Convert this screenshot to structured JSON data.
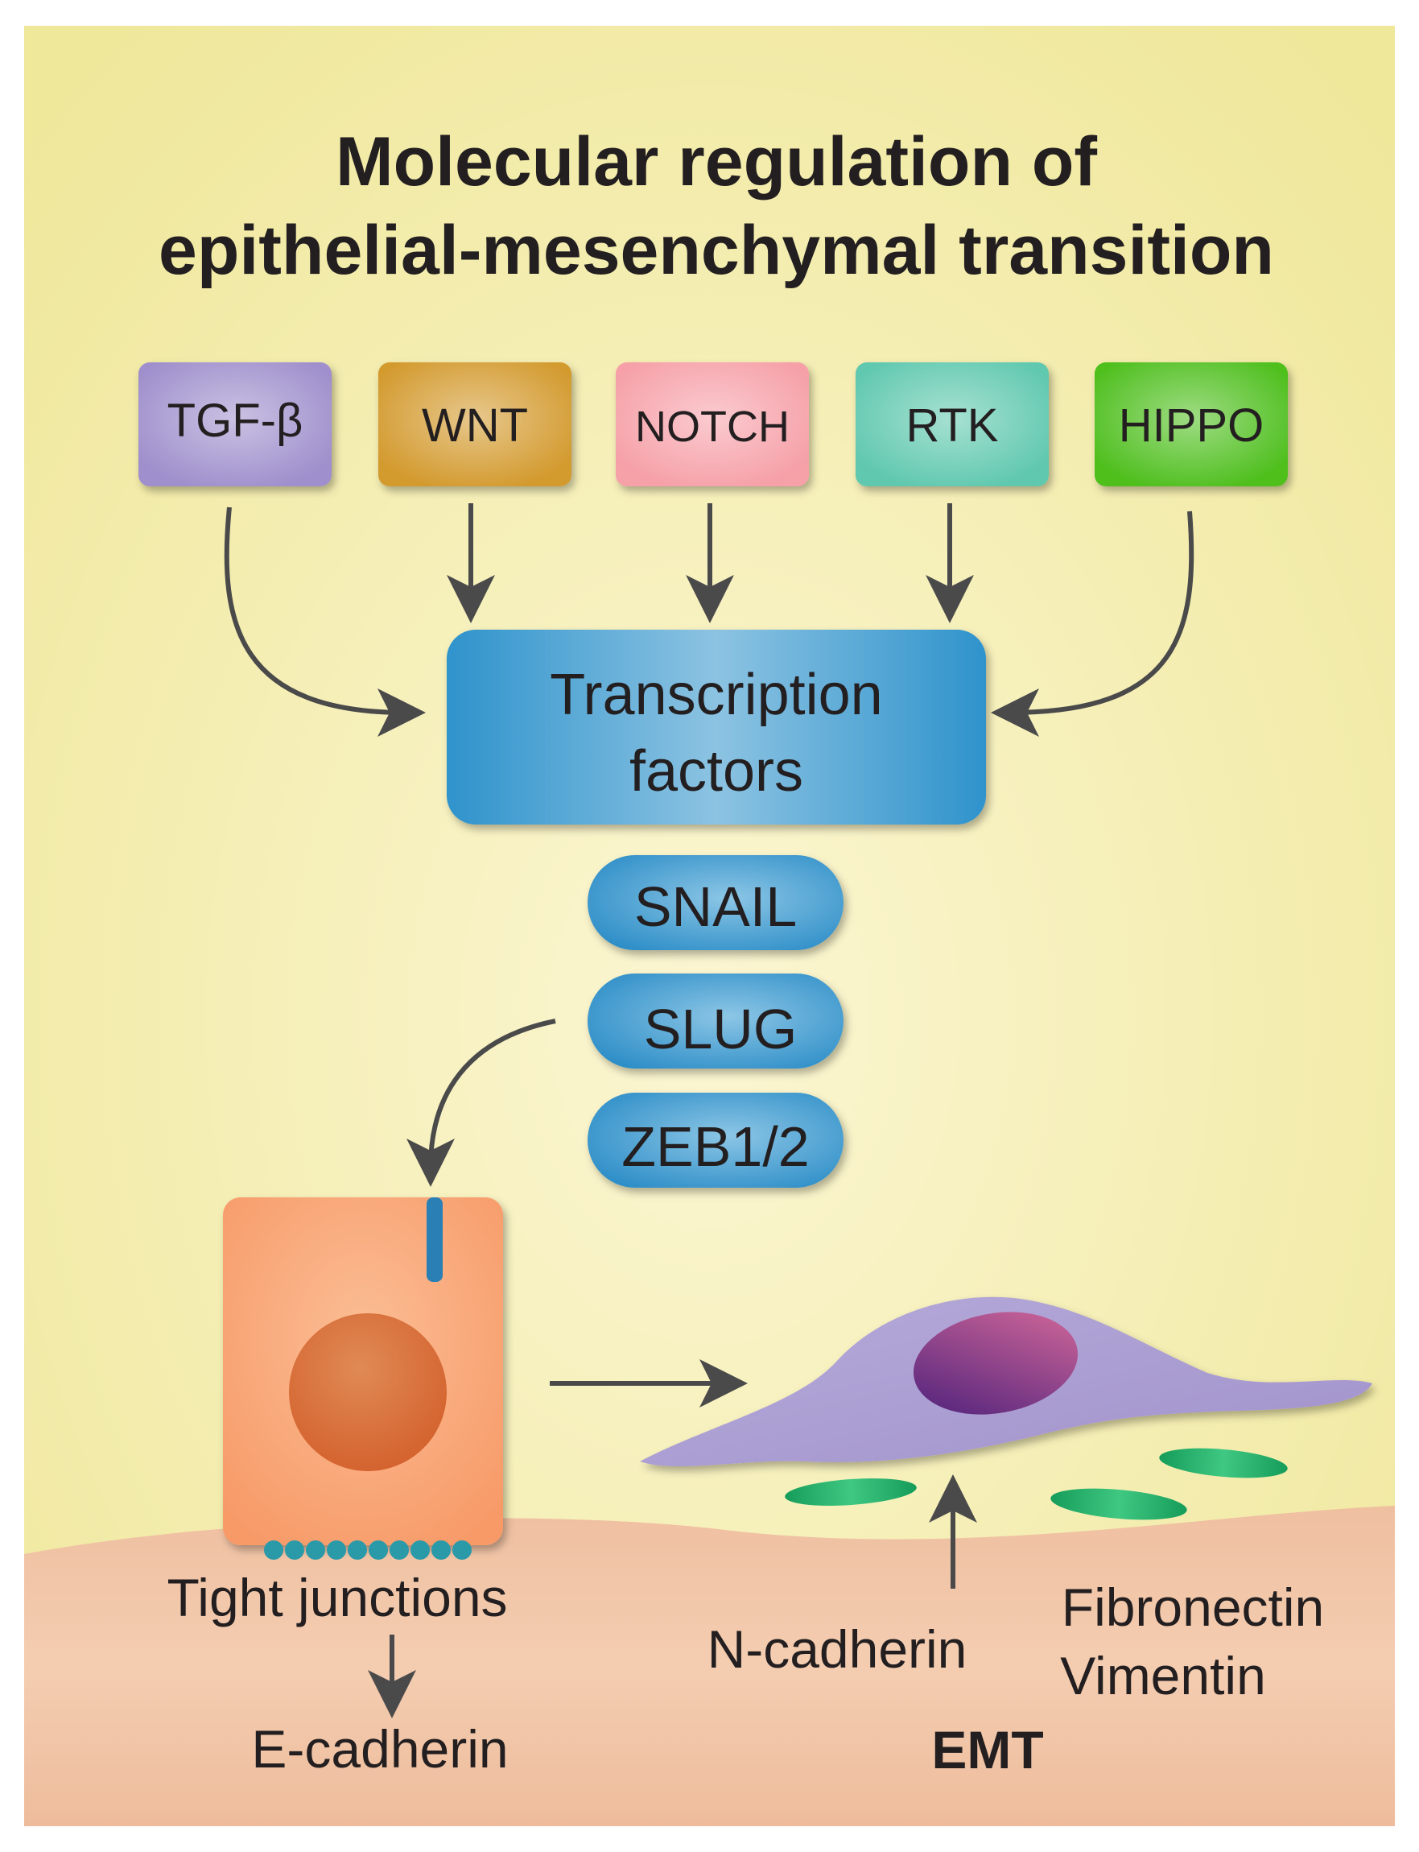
{
  "title": {
    "line1": "Molecular regulation of",
    "line2": "epithelial-mesenchymal transition"
  },
  "pathways": [
    {
      "label": "TGF-β",
      "color": "#9f8fcc"
    },
    {
      "label": "WNT",
      "color": "#d9a233"
    },
    {
      "label": "NOTCH",
      "color": "#f6a9b0"
    },
    {
      "label": "RTK",
      "color": "#6ccdb7"
    },
    {
      "label": "HIPPO",
      "color": "#5cc62b"
    }
  ],
  "transcription": {
    "line1": "Transcription",
    "line2": "factors",
    "color": "#3d9ed1",
    "factors": [
      "SNAIL",
      "SLUG",
      "ZEB1/2"
    ]
  },
  "epithelial": {
    "cell_color": "#f9a67a",
    "nucleus_color": "#e07a45",
    "label": "Tight junctions",
    "sub_label": "E-cadherin"
  },
  "mesenchymal": {
    "cell_color": "#ad9fd3",
    "nucleus_color": "#6b2f86",
    "fibre_color": "#1eaa68",
    "markers_left": "N-cadherin",
    "markers_right_1": "Fibronectin",
    "markers_right_2": "Vimentin",
    "process_label": "EMT"
  },
  "colors": {
    "background_top": "#f4eda3",
    "background_bottom": "#f2c4a4",
    "arrow": "#4a4a4a"
  }
}
